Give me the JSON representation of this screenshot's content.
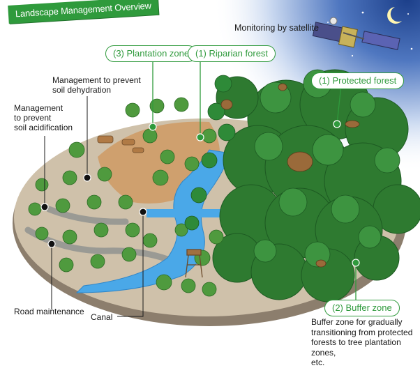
{
  "title": "Landscape Management Overview",
  "satellite_label": "Monitoring by satellite",
  "zones": {
    "plantation": "(3) Plantation zone",
    "riparian": "(1) Riparian forest",
    "protected": "(1) Protected forest",
    "buffer": "(2) Buffer zone"
  },
  "labels": {
    "dehydration": [
      "Management to prevent",
      "soil dehydration"
    ],
    "acidification": [
      "Management",
      "to prevent",
      "soil acidification"
    ],
    "road": "Road maintenance",
    "canal": "Canal"
  },
  "buffer_caption": [
    "Buffer zone for gradually",
    "transitioning from protected",
    "forests to tree plantation zones,",
    "etc."
  ],
  "colors": {
    "accent_green": "#2f9a3c",
    "dark_forest": "#2e7a30",
    "plantation_soil": "#cfa06e",
    "water": "#4aa8e8",
    "sky": "#1c3f8a"
  }
}
